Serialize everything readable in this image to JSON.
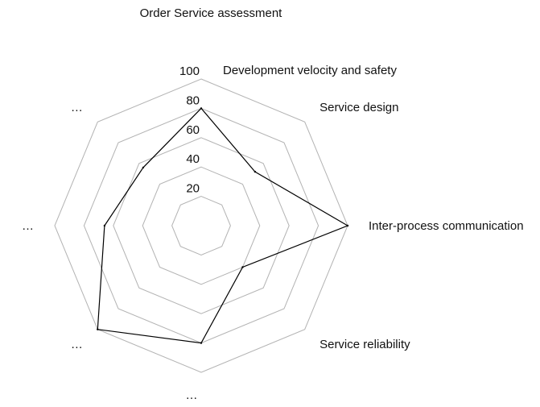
{
  "chart_data": {
    "type": "radar",
    "title": "Order Service assessment",
    "axes": [
      "Development velocity and safety",
      "Service design",
      "Inter-process communication",
      "Service reliability",
      "…",
      "…",
      "…",
      "…"
    ],
    "values": [
      80,
      52,
      100,
      40,
      80,
      100,
      66,
      56
    ],
    "rlim": [
      0,
      100
    ],
    "ticks": [
      20,
      40,
      60,
      80,
      100
    ],
    "grid": true,
    "colors": {
      "grid": "#b3b3b3",
      "series": "#000000",
      "text": "#111111"
    }
  }
}
